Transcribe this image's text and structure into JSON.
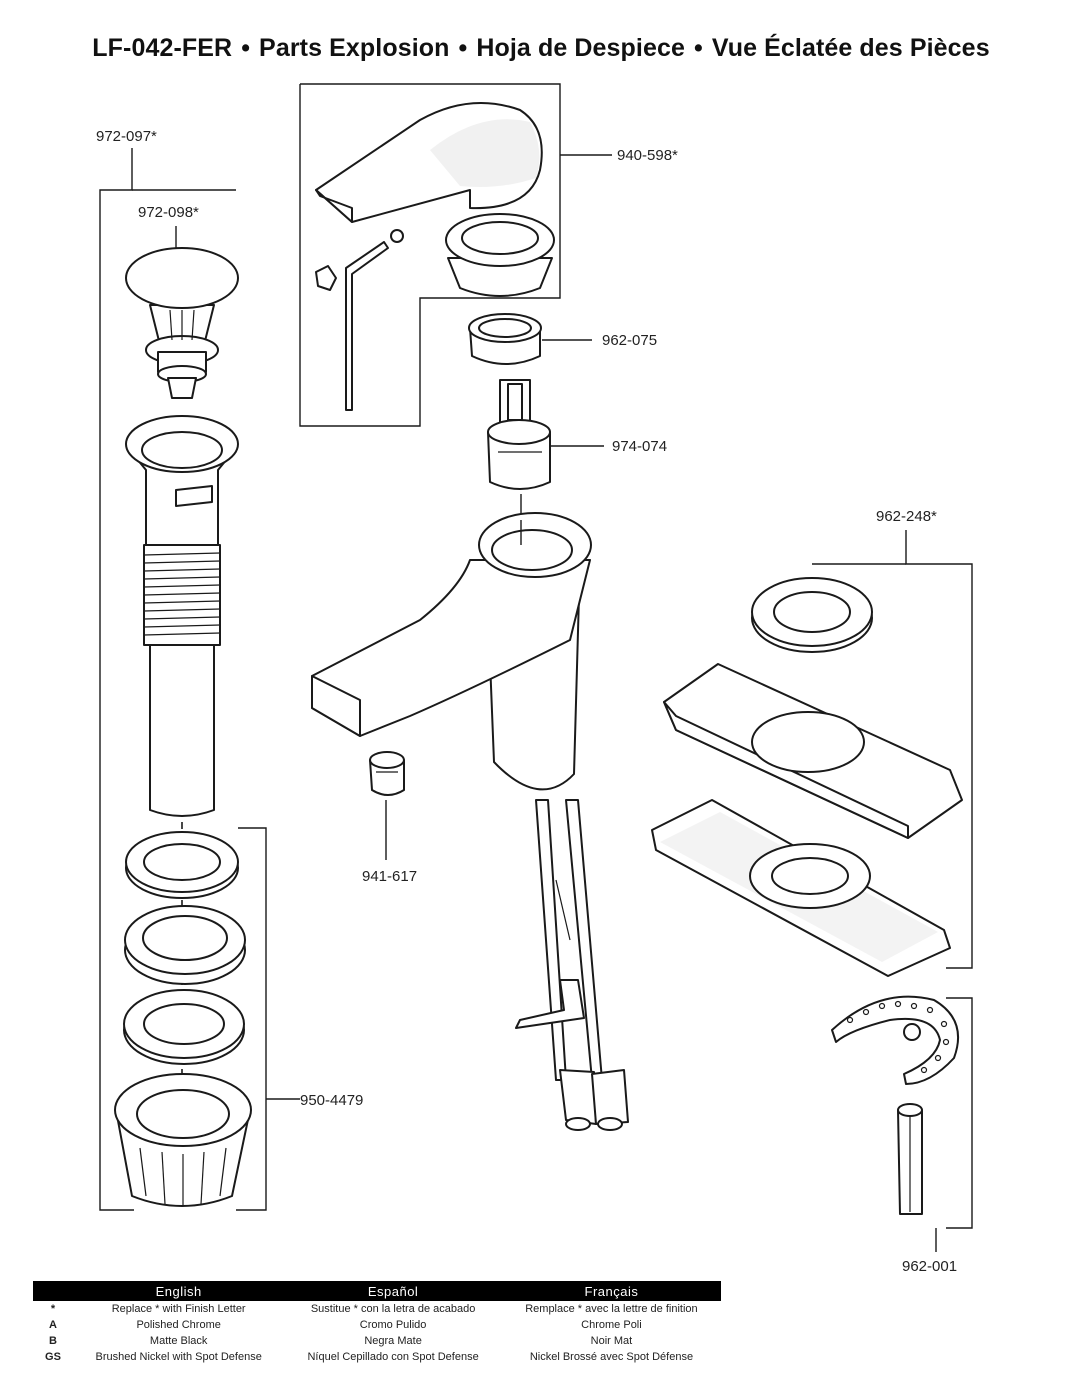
{
  "title": {
    "model": "LF-042-FER",
    "separator": "•",
    "en": "Parts Explosion",
    "es": "Hoja de Despiece",
    "fr": "Vue Éclatée des Pièces"
  },
  "part_labels": {
    "p972_097": "972-097*",
    "p972_098": "972-098*",
    "p940_598": "940-598*",
    "p962_075": "962-075",
    "p974_074": "974-074",
    "p962_248": "962-248*",
    "p941_617": "941-617",
    "p950_4479": "950-4479",
    "p962_001": "962-001"
  },
  "legend": {
    "headers": [
      "English",
      "Español",
      "Français"
    ],
    "rows": [
      {
        "code": "*",
        "en": "Replace * with Finish Letter",
        "es": "Sustitue * con la letra de acabado",
        "fr": "Remplace * avec la lettre de finition"
      },
      {
        "code": "A",
        "en": "Polished Chrome",
        "es": "Cromo Pulido",
        "fr": "Chrome Poli"
      },
      {
        "code": "B",
        "en": "Matte Black",
        "es": "Negra Mate",
        "fr": "Noir Mat"
      },
      {
        "code": "GS",
        "en": "Brushed Nickel with Spot Defense",
        "es": "Níquel Cepillado con Spot Defense",
        "fr": "Nickel Brossé avec Spot Défense"
      }
    ]
  }
}
